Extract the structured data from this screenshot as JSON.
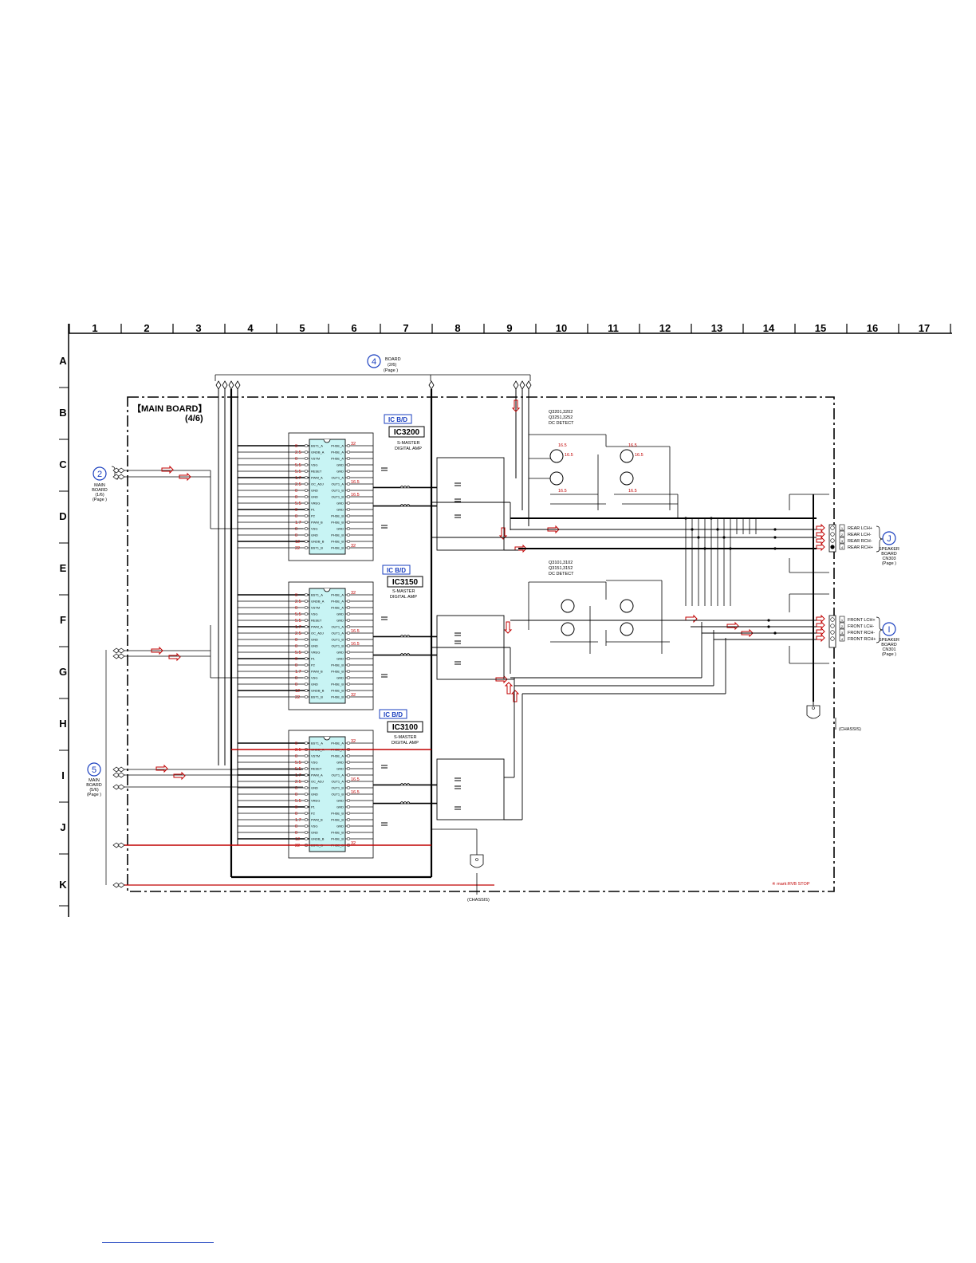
{
  "grid": {
    "columns": [
      "1",
      "2",
      "3",
      "4",
      "5",
      "6",
      "7",
      "8",
      "9",
      "10",
      "11",
      "12",
      "13",
      "14",
      "15",
      "16",
      "17"
    ],
    "rows": [
      "A",
      "B",
      "C",
      "D",
      "E",
      "F",
      "G",
      "H",
      "I",
      "J",
      "K"
    ]
  },
  "board": {
    "title": "【MAIN BOARD】",
    "subtitle": "(4/6)"
  },
  "connectors": {
    "c4": {
      "num": "4",
      "line1": "BOARD",
      "line2": "(2/6)",
      "line3": "(Page )"
    },
    "c2": {
      "num": "2",
      "line1": "MAIN",
      "line2": "BOARD",
      "line3": "(1/6)",
      "line4": "(Page )"
    },
    "c5": {
      "num": "5",
      "line1": "MAIN",
      "line2": "BOARD",
      "line3": "(5/6)",
      "line4": "(Page )"
    },
    "cJ": {
      "num": "J",
      "line1": "SPEAKER",
      "line2": "BOARD",
      "line3": "CN303",
      "line4": "(Page )"
    },
    "cI": {
      "num": "I",
      "line1": "SPEAKER",
      "line2": "BOARD",
      "line3": "CN301",
      "line4": "(Page )"
    }
  },
  "ics": [
    {
      "badge": "IC B/D",
      "name": "IC3200",
      "desc1": "S-MASTER",
      "desc2": "DIGITAL AMP"
    },
    {
      "badge": "IC B/D",
      "name": "IC3150",
      "desc1": "S-MASTER",
      "desc2": "DIGITAL AMP"
    },
    {
      "badge": "IC B/D",
      "name": "IC3100",
      "desc1": "S-MASTER",
      "desc2": "DIGITAL AMP"
    }
  ],
  "ic_left_pins": [
    "BST1_A",
    "GNDB_A",
    "VSTM",
    "VSG",
    "RESET",
    "PWM_A",
    "OC_ADJ",
    "GND",
    "GND",
    "VREG",
    "P1",
    "P2",
    "PWM_B",
    "VSG",
    "GND",
    "GNDB_B",
    "BST1_B"
  ],
  "ic_right_pins": [
    "PHSE_A",
    "PHSE_A",
    "PHSE_A",
    "GND",
    "GND",
    "OUT1_A",
    "OUT1_A",
    "OUT1_B",
    "OUT1_B",
    "GND",
    "GND",
    "PHSE_B",
    "PHSE_B",
    "GND",
    "PHSE_B",
    "PHSE_B",
    "PHSE_B"
  ],
  "voltages": {
    "left": [
      "0",
      "2.5",
      "0",
      "5.5",
      "5.5",
      "1.7",
      "2.5",
      "0",
      "0",
      "5.5",
      "0",
      "0",
      "1.7",
      "0",
      "0",
      "12",
      "22"
    ],
    "right": [
      "32",
      "16.5",
      "16.5",
      "32"
    ]
  },
  "transistor_groups": {
    "upper": {
      "line1": "Q3201,3202",
      "line2": "Q3251,3252",
      "line3": "DC DETECT"
    },
    "lower": {
      "line1": "Q3101,3102",
      "line2": "Q3151,3152",
      "line3": "DC DETECT"
    },
    "voltages": [
      "16.5",
      "16.5",
      "16.5",
      "16.5",
      "16.5",
      "16.5"
    ]
  },
  "outputs": {
    "rear": [
      "REAR LCH+",
      "REAR LCH-",
      "REAR RCH-",
      "REAR RCH+"
    ],
    "front": [
      "FRONT LCH+",
      "FRONT LCH-",
      "FRONT RCH-",
      "FRONT RCH+"
    ],
    "rear_pins": [
      "1",
      "2",
      "3",
      "4"
    ],
    "front_pins": [
      "1",
      "2",
      "3",
      "4"
    ]
  },
  "chassis": {
    "label_right": "(CHASSIS)",
    "label_bottom": "(CHASSIS)"
  },
  "note": "※ mark:RVB STOP"
}
